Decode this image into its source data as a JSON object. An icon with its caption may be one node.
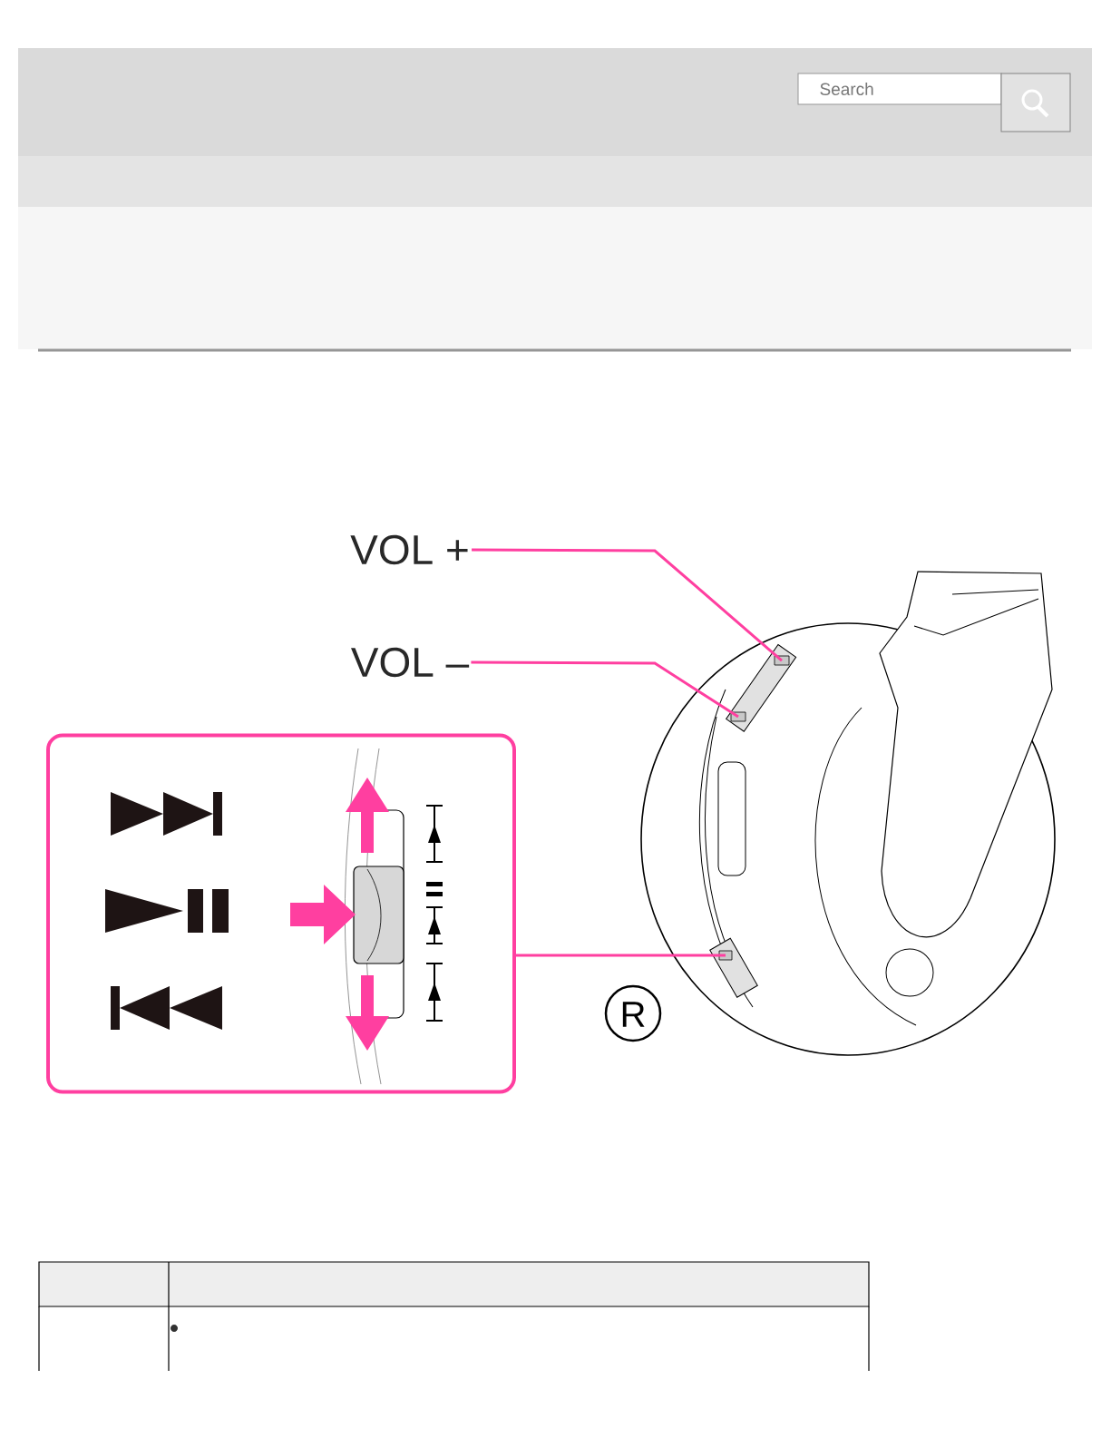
{
  "diagram": {
    "nodes": [
      {
        "text": [
          "VOL +"
        ]
      },
      {
        "text": [
          "VOL –"
        ]
      },
      {
        "text": [],
        "shape": "box"
      },
      {
        "text": [],
        "shape": "box"
      },
      {
        "text": [],
        "shape": "box"
      },
      {
        "text": [],
        "shape": "box"
      }
    ],
    "edges": [
      {
        "from": 0,
        "to": 3,
        "arrow": "none"
      },
      {
        "from": 1,
        "to": 4,
        "arrow": "none"
      },
      {
        "from": 2,
        "to": 5,
        "arrow": "none"
      }
    ],
    "labels": [
      "Search",
      "R"
    ]
  }
}
